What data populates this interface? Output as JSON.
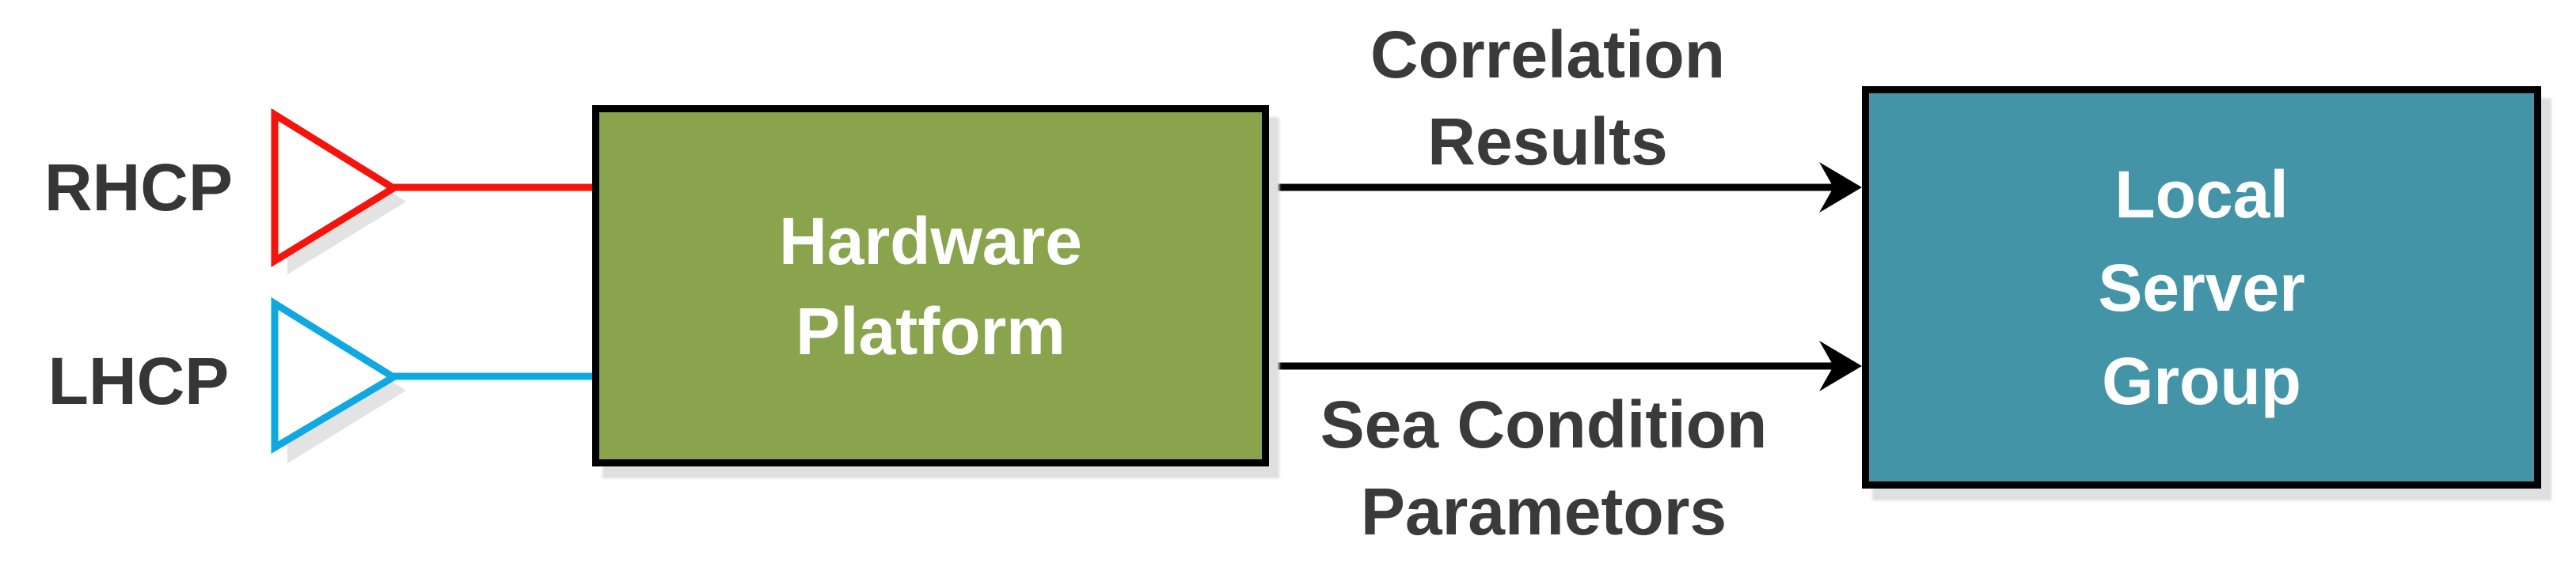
{
  "inputs": {
    "rhcp": {
      "label": "RHCP",
      "wire_color": "#f5130b"
    },
    "lhcp": {
      "label": "LHCP",
      "wire_color": "#10a8e3"
    }
  },
  "blocks": {
    "hardware": {
      "lines": [
        "Hardware",
        "Platform"
      ],
      "fill": "#8aa44e"
    },
    "server": {
      "lines": [
        "Local",
        "Server",
        "Group"
      ],
      "fill": "#4294a6"
    }
  },
  "arrows": {
    "top": {
      "lines": [
        "Correlation",
        "Results"
      ],
      "color": "#000000"
    },
    "bottom": {
      "lines": [
        "Sea Condition",
        "Parametors"
      ],
      "color": "#000000"
    }
  },
  "palette": {
    "background": "#ffffff",
    "label_text": "#3a3a3a",
    "block_text": "#ffffff",
    "block_border": "#000000",
    "shadow": "#dfdfdf"
  }
}
